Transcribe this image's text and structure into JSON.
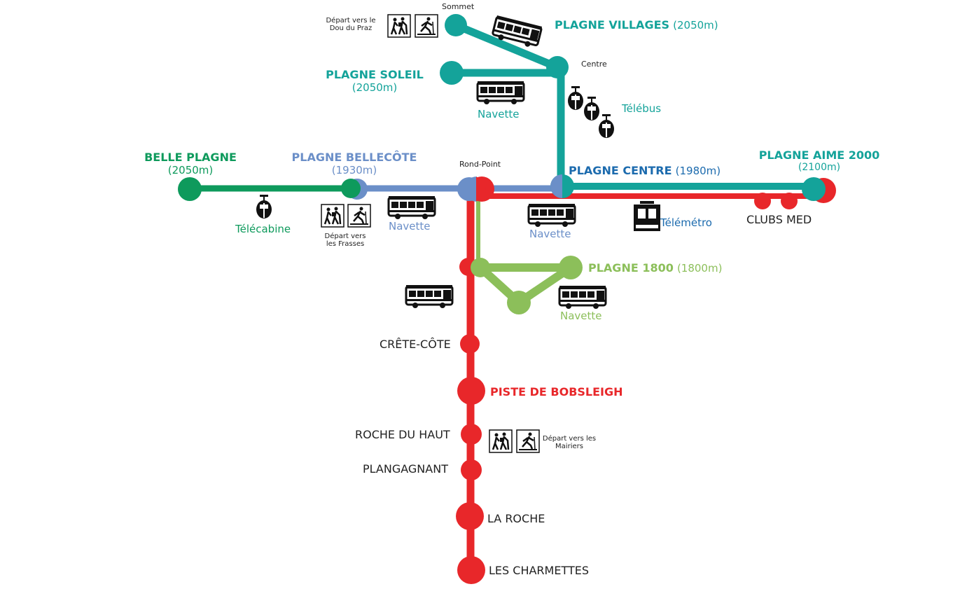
{
  "colors": {
    "teal": "#14A39A",
    "green": "#0E9A5C",
    "blue": "#6B8FC8",
    "red": "#E8272A",
    "lightgreen": "#8CBF5A",
    "darkblue": "#1C6BAE",
    "text": "#222222",
    "icon": "#111111"
  },
  "stations": {
    "sommet": "Sommet",
    "centre": "Centre",
    "rond_point": "Rond-Point",
    "plagne_villages": "PLAGNE VILLAGES",
    "plagne_villages_alt": "(2050m)",
    "plagne_soleil": "PLAGNE SOLEIL",
    "plagne_soleil_alt": "(2050m)",
    "belle_plagne": "BELLE PLAGNE",
    "belle_plagne_alt": "(2050m)",
    "plagne_bellecote": "PLAGNE BELLECÔTE",
    "plagne_bellecote_alt": "(1930m)",
    "plagne_centre": "PLAGNE CENTRE",
    "plagne_centre_alt": "(1980m)",
    "plagne_aime": "PLAGNE AIME 2000",
    "plagne_aime_alt": "(2100m)",
    "plagne_1800": "PLAGNE 1800",
    "plagne_1800_alt": "(1800m)",
    "crete_cote": "CRÊTE-CÔTE",
    "piste_bobsleigh": "PISTE DE BOBSLEIGH",
    "roche_du_haut": "ROCHE DU HAUT",
    "plangagnant": "PLANGAGNANT",
    "la_roche": "LA ROCHE",
    "les_charmettes": "LES CHARMETTES",
    "clubs_med": "CLUBS MED"
  },
  "services": {
    "navette": "Navette",
    "telebus": "Télébus",
    "telecabine": "Télécabine",
    "telemetro": "Télémétro"
  },
  "departures": {
    "dou_du_praz_l1": "Départ vers le",
    "dou_du_praz_l2": "Dou du Praz",
    "frasses_l1": "Départ vers",
    "frasses_l2": "les Frasses",
    "mairiers_l1": "Départ vers les",
    "mairiers_l2": "Mairiers"
  },
  "icons": [
    "bus-icon",
    "gondola-icon",
    "hiker-icon",
    "ski-touring-icon",
    "telemetro-icon"
  ]
}
